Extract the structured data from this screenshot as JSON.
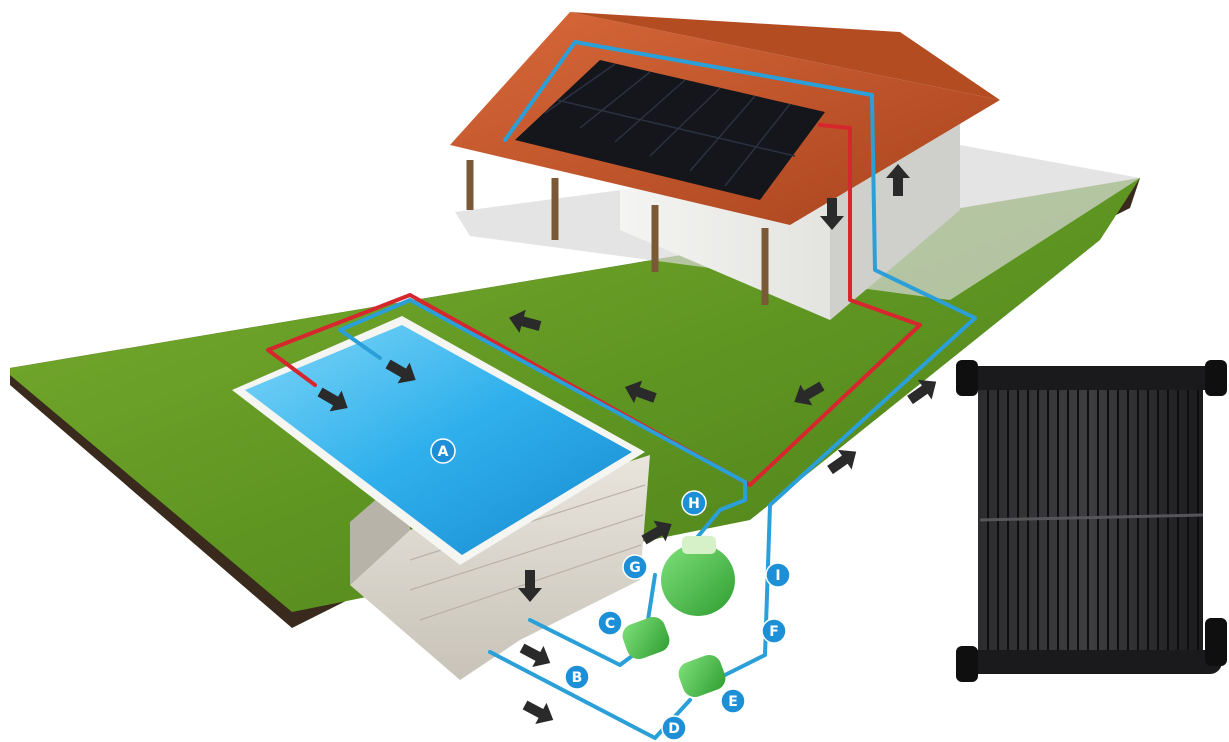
{
  "diagram": {
    "labels": [
      {
        "id": "A",
        "text": "A"
      },
      {
        "id": "B",
        "text": "B"
      },
      {
        "id": "C",
        "text": "C"
      },
      {
        "id": "D",
        "text": "D"
      },
      {
        "id": "E",
        "text": "E"
      },
      {
        "id": "F",
        "text": "F"
      },
      {
        "id": "G",
        "text": "G"
      },
      {
        "id": "H",
        "text": "H"
      },
      {
        "id": "I",
        "text": "I"
      }
    ],
    "colors": {
      "hot_pipe": "#d6262e",
      "cold_pipe": "#2b9fd8",
      "label_fill": "#1d8fd6",
      "grass": "#6fa02a",
      "pool_water": "#3db8ef",
      "roof_tile": "#c9572a",
      "solar_panel": "#14161c",
      "equipment": "#4cc24a",
      "arrow": "#2a2a2a"
    },
    "icons": [
      "flow-arrow-icon",
      "solar-collector-icon",
      "pump-icon",
      "filter-icon"
    ]
  }
}
